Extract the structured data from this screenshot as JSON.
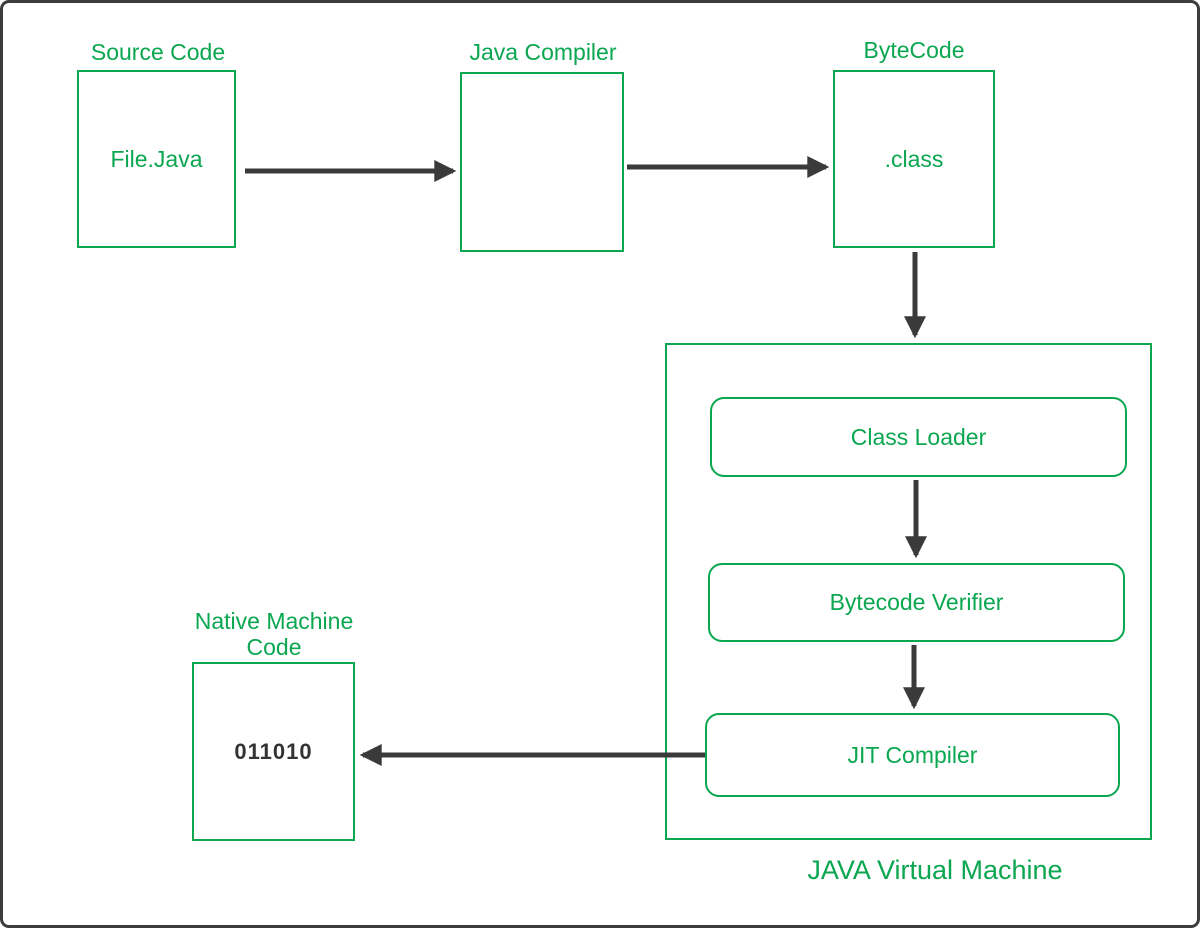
{
  "colors": {
    "green": "#0ba750",
    "arrow": "#3a3a3a",
    "outer_border": "#3c3c3c",
    "background": "#ffffff"
  },
  "nodes": {
    "source_code": {
      "label": "Source Code",
      "content": "File.Java"
    },
    "java_compiler": {
      "label": "Java Compiler"
    },
    "bytecode": {
      "label": "ByteCode",
      "content": ".class"
    },
    "class_loader": {
      "label": "Class Loader"
    },
    "bytecode_verifier": {
      "label": "Bytecode Verifier"
    },
    "jit_compiler": {
      "label": "JIT Compiler"
    },
    "native_machine_code": {
      "label": "Native Machine Code",
      "content": "011010"
    },
    "jvm": {
      "label": "JAVA Virtual Machine"
    }
  },
  "edges": [
    {
      "from": "source_code",
      "to": "java_compiler",
      "direction": "right"
    },
    {
      "from": "java_compiler",
      "to": "bytecode",
      "direction": "right"
    },
    {
      "from": "bytecode",
      "to": "class_loader",
      "direction": "down"
    },
    {
      "from": "class_loader",
      "to": "bytecode_verifier",
      "direction": "down"
    },
    {
      "from": "bytecode_verifier",
      "to": "jit_compiler",
      "direction": "down"
    },
    {
      "from": "jit_compiler",
      "to": "native_machine_code",
      "direction": "left"
    }
  ]
}
